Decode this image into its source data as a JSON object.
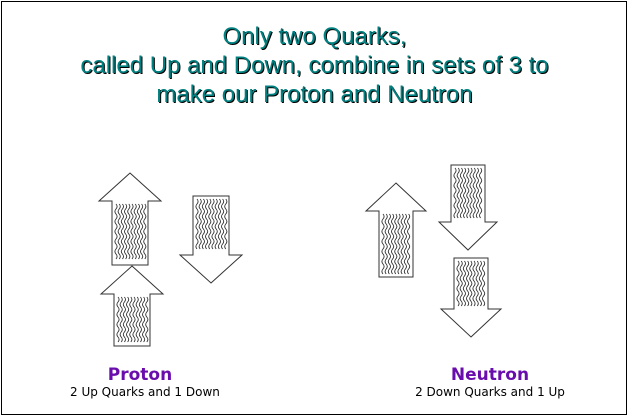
{
  "title": {
    "line1": "Only two Quarks,",
    "line2": "called Up and Down, combine in sets of 3 to",
    "line3": "make our Proton and Neutron"
  },
  "proton": {
    "name": "Proton",
    "description": "2 Up Quarks and 1 Down"
  },
  "neutron": {
    "name": "Neutron",
    "description": "2 Down Quarks and 1 Up"
  },
  "colors": {
    "title": "#008080",
    "label": "#6a0dad",
    "arrow_stroke": "#333333"
  }
}
